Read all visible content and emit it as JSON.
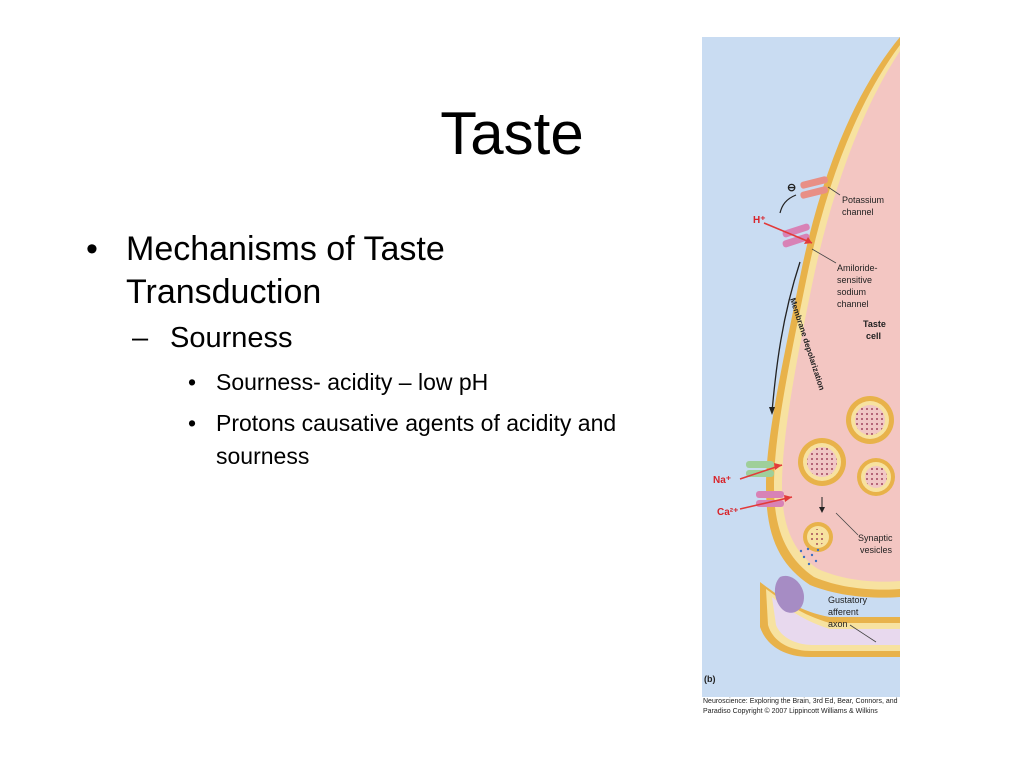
{
  "slide": {
    "title": "Taste",
    "bullets": [
      {
        "text": "Mechanisms of Taste Transduction"
      },
      {
        "text": "Sourness"
      },
      {
        "text": "Sourness- acidity – low pH"
      },
      {
        "text": "Protons causative agents of acidity and sourness"
      }
    ]
  },
  "figure": {
    "labels": {
      "potassium": [
        "Potassium",
        "channel"
      ],
      "amiloride": [
        "Amiloride-",
        "sensitive",
        "sodium",
        "channel"
      ],
      "taste_cell": [
        "Taste",
        "cell"
      ],
      "membrane": "Membrane depolarization",
      "synaptic": [
        "Synaptic",
        "vesicles"
      ],
      "gustatory": [
        "Gustatory",
        "afferent",
        "axon"
      ],
      "h_ion": "H⁺",
      "na_ion": "Na⁺",
      "ca_ion": "Ca²⁺",
      "neg_ion": "⊖",
      "panel": "(b)"
    },
    "caption": [
      "Neuroscience: Exploring the Brain, 3rd Ed, Bear, Connors, and",
      "Paradiso Copyright © 2007 Lippincott Williams & Wilkins"
    ],
    "colors": {
      "background": "#c9dcf2",
      "cytoplasm": "#f3c6c2",
      "membrane_outer": "#e8b24a",
      "membrane_inner": "#f7e2a0",
      "ion_label": "#d8232a",
      "arrow": "#e23a3a"
    }
  }
}
